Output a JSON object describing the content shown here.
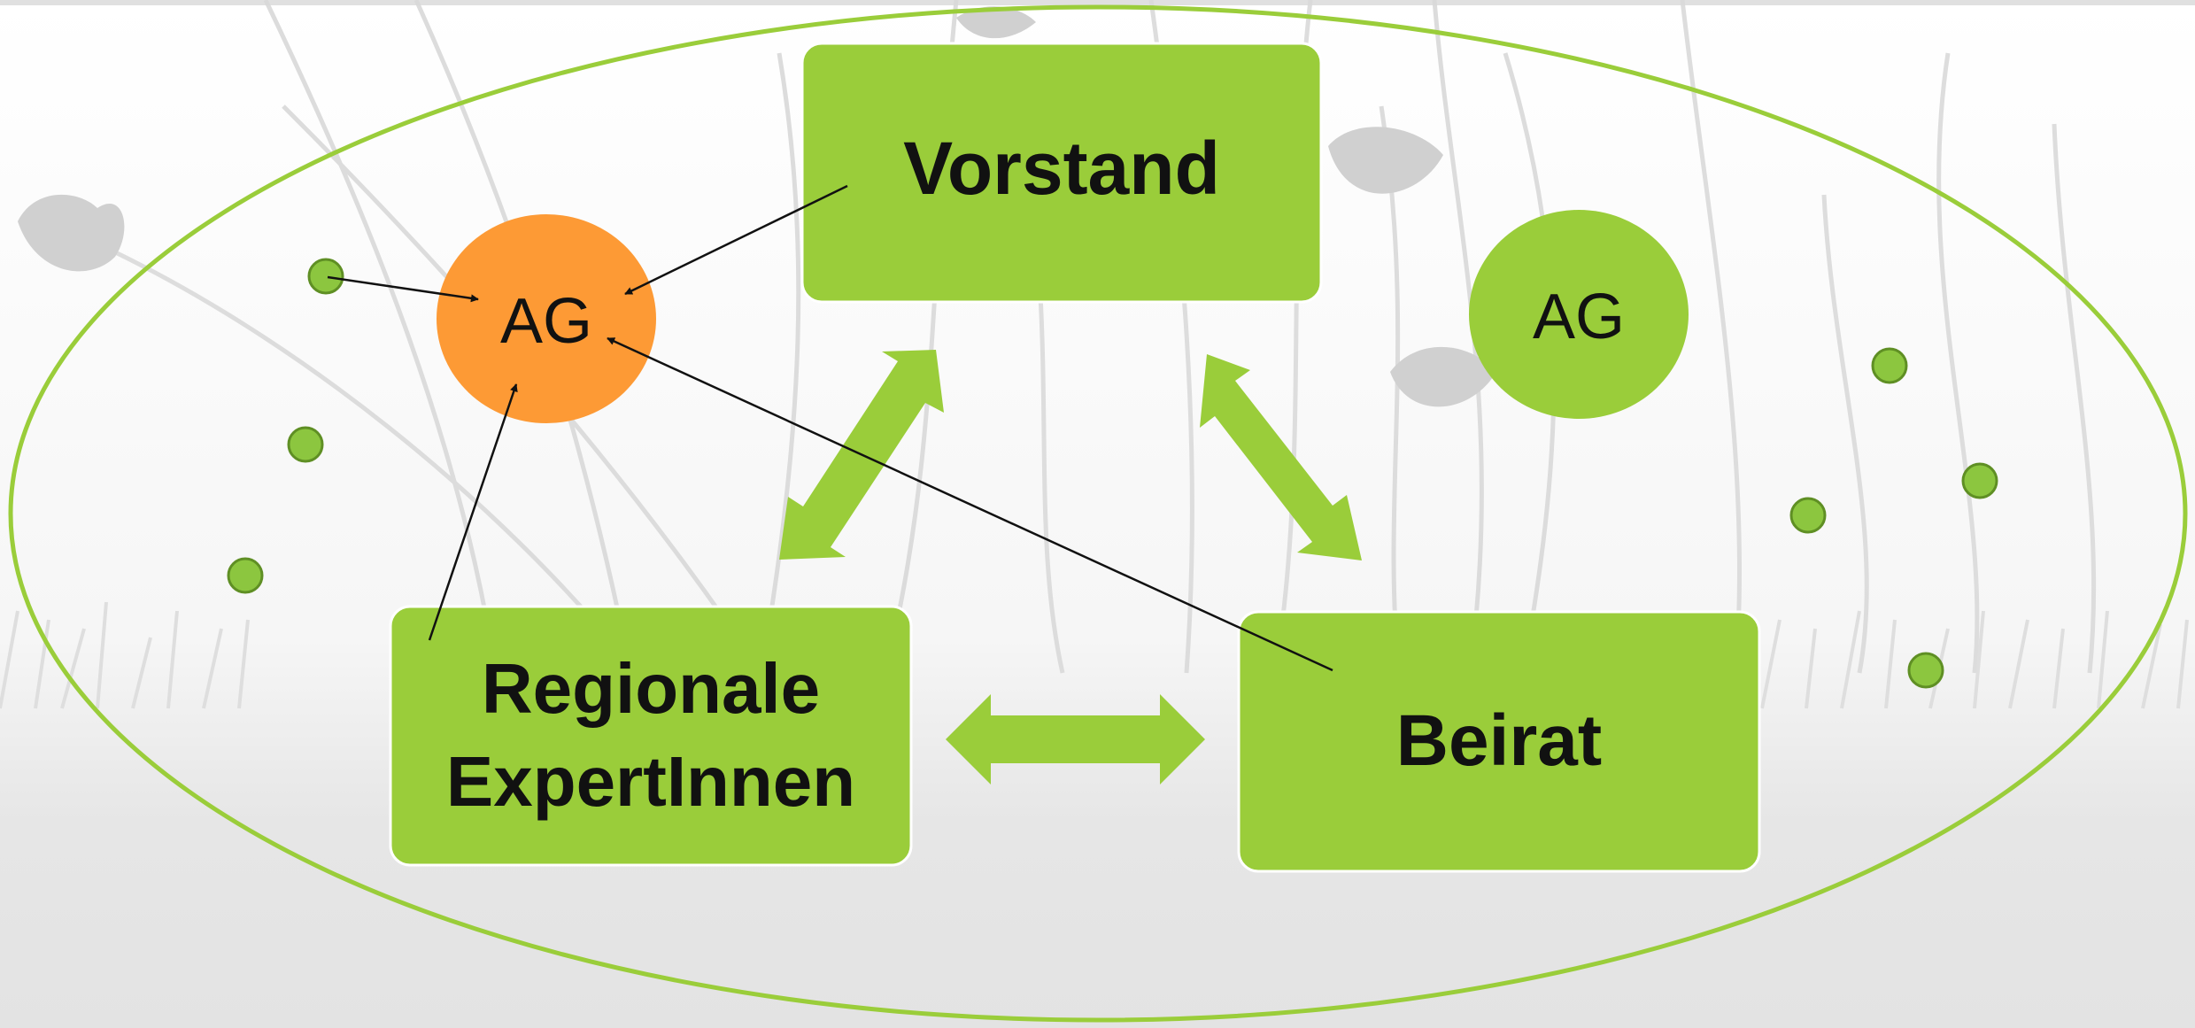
{
  "diagram": {
    "nodes": {
      "vorstand": {
        "label": "Vorstand"
      },
      "regionale": {
        "label_line1": "Regionale",
        "label_line2": "ExpertInnen"
      },
      "beirat": {
        "label": "Beirat"
      },
      "ag_left": {
        "label": "AG"
      },
      "ag_right": {
        "label": "AG"
      }
    },
    "colors": {
      "green": "#9acd3a",
      "orange": "#fd9a35",
      "ellipse_stroke": "#9acd3a",
      "background_bottom": "#e4e4e4",
      "connector": "#111111"
    },
    "icons": [
      "grass-silhouette-background",
      "member-dot-icon",
      "double-arrow-icon"
    ]
  }
}
